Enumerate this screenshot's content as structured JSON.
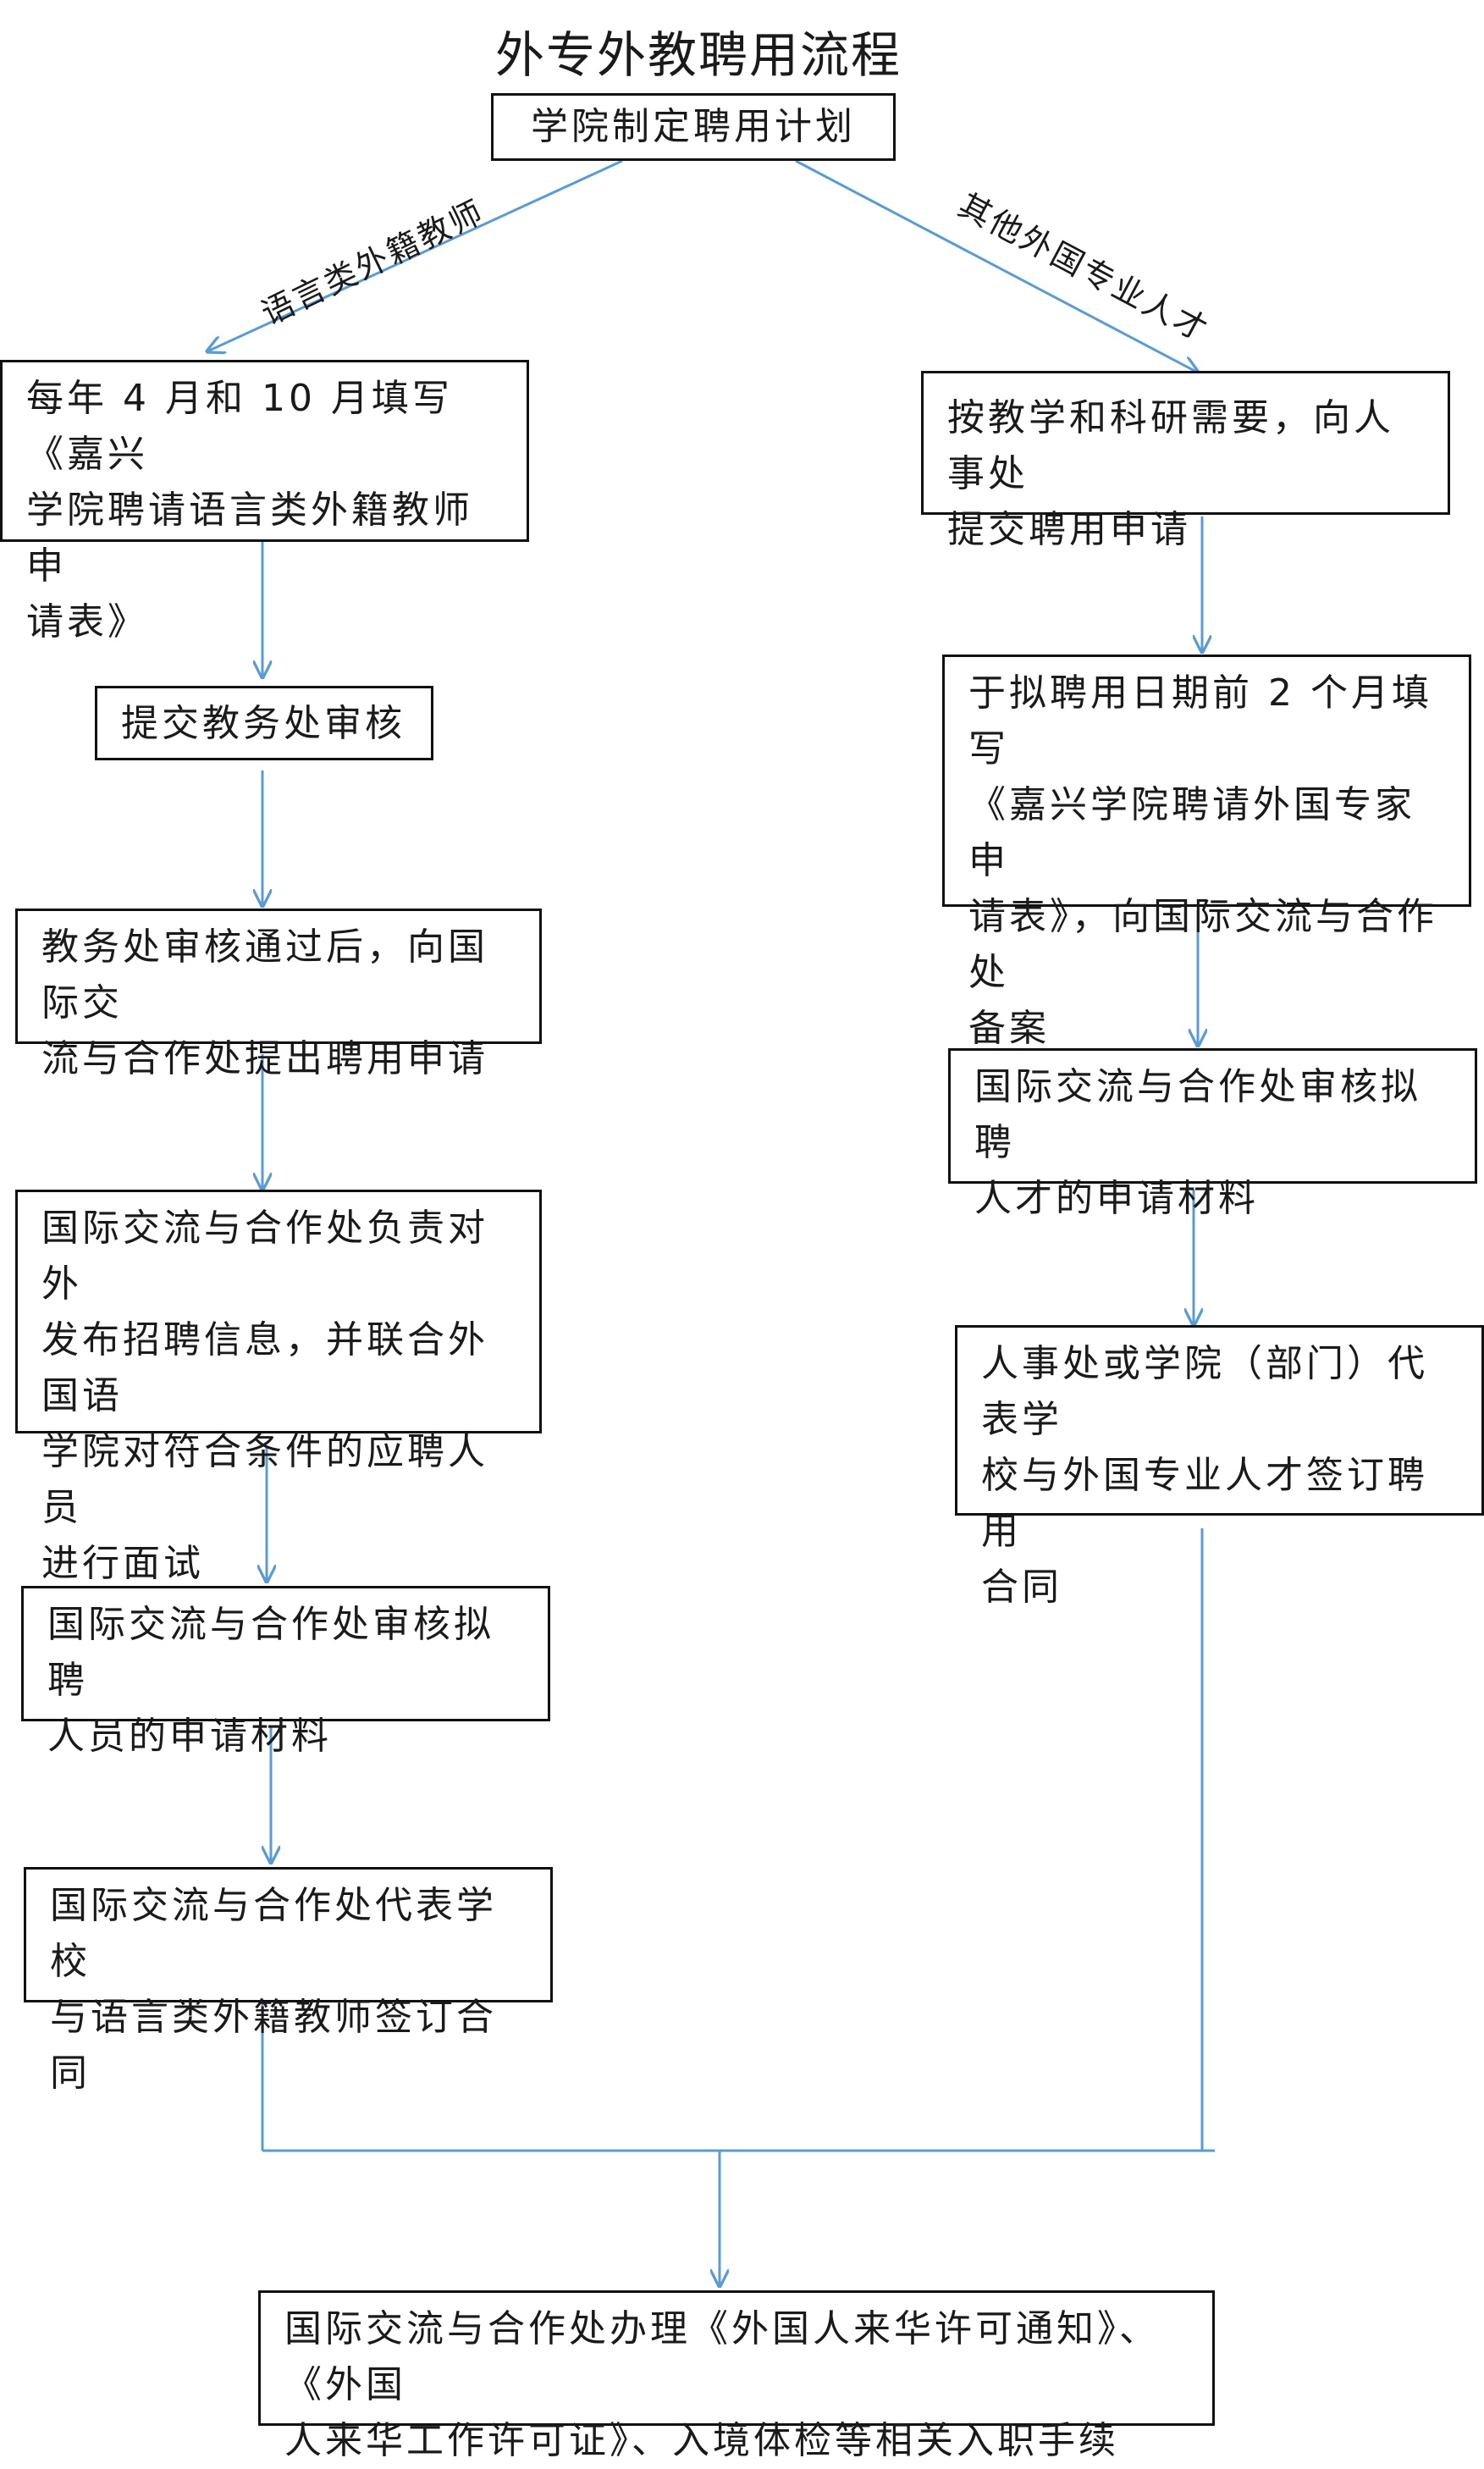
{
  "title": "外专外教聘用流程",
  "start": "学院制定聘用计划",
  "branch_labels": {
    "left": "语言类外籍教师",
    "right": "其他外国专业人才"
  },
  "left_steps": [
    "每年 4 月和 10 月填写《嘉兴\n学院聘请语言类外籍教师申\n请表》",
    "提交教务处审核",
    "教务处审核通过后，向国际交\n流与合作处提出聘用申请",
    "国际交流与合作处负责对外\n发布招聘信息，并联合外国语\n学院对符合条件的应聘人员\n进行面试",
    "国际交流与合作处审核拟聘\n人员的申请材料",
    "国际交流与合作处代表学校\n与语言类外籍教师签订合同"
  ],
  "right_steps": [
    "按教学和科研需要，向人事处\n提交聘用申请",
    "于拟聘用日期前 2 个月填写\n《嘉兴学院聘请外国专家申\n请表》，向国际交流与合作处\n备案",
    "国际交流与合作处审核拟聘\n人才的申请材料",
    "人事处或学院（部门）代表学\n校与外国专业人才签订聘用\n合同"
  ],
  "final_step": "国际交流与合作处办理《外国人来华许可通知》、《外国\n人来华工作许可证》、入境体检等相关入职手续",
  "colors": {
    "arrow": "#5b9bd5",
    "border": "#111111"
  }
}
